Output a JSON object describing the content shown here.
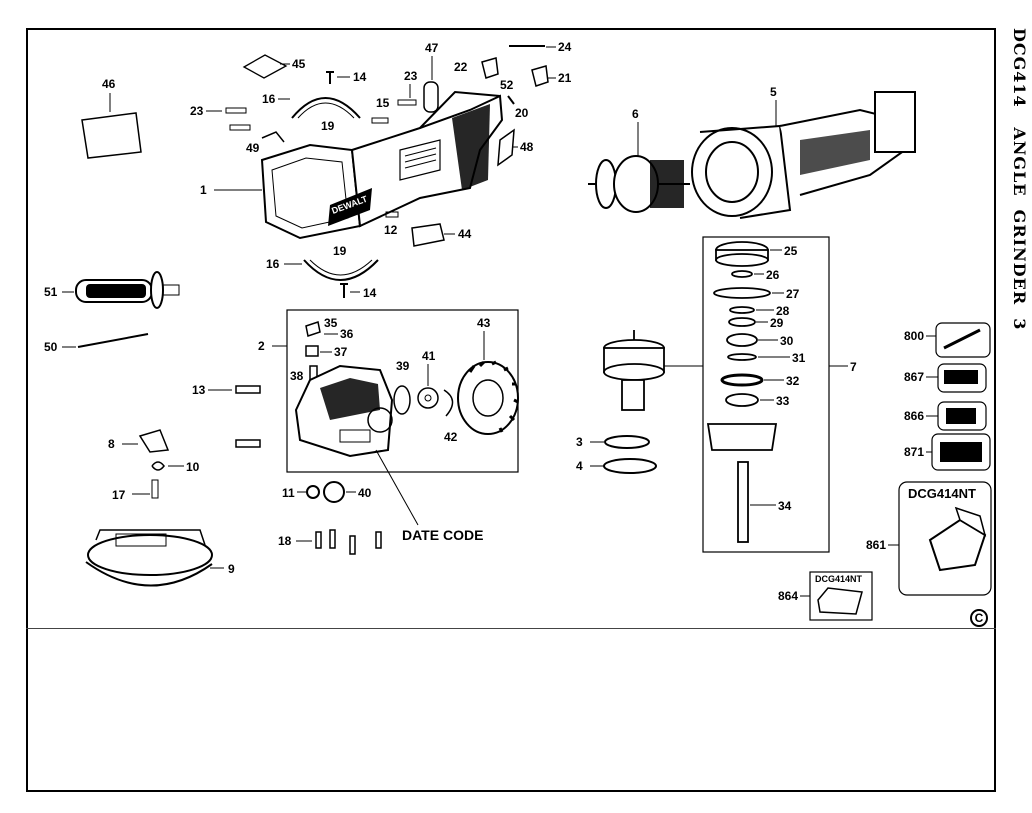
{
  "title": "DCG414   ANGLE  GRINDER  3",
  "callouts": {
    "c1": "1",
    "c2": "2",
    "c3": "3",
    "c4": "4",
    "c5": "5",
    "c6": "6",
    "c7": "7",
    "c8": "8",
    "c9": "9",
    "c10": "10",
    "c11": "11",
    "c12": "12",
    "c13": "13",
    "c14a": "14",
    "c14b": "14",
    "c15": "15",
    "c16a": "16",
    "c16b": "16",
    "c17": "17",
    "c18": "18",
    "c19a": "19",
    "c19b": "19",
    "c20": "20",
    "c21": "21",
    "c22": "22",
    "c23a": "23",
    "c23b": "23",
    "c24": "24",
    "c25": "25",
    "c26": "26",
    "c27": "27",
    "c28": "28",
    "c29": "29",
    "c30": "30",
    "c31": "31",
    "c32": "32",
    "c33": "33",
    "c34": "34",
    "c35": "35",
    "c36": "36",
    "c37": "37",
    "c38": "38",
    "c39": "39",
    "c40": "40",
    "c41": "41",
    "c42": "42",
    "c43": "43",
    "c44": "44",
    "c45": "45",
    "c46": "46",
    "c47": "47",
    "c48": "48",
    "c49": "49",
    "c50": "50",
    "c51": "51",
    "c52": "52",
    "c800": "800",
    "c861": "861",
    "c864": "864",
    "c866": "866",
    "c867": "867",
    "c871": "871"
  },
  "date_code_label": "DATE CODE",
  "brand_logo": "DEWALT",
  "kit_box_label": "DCG414NT",
  "kit_insert_label": "DCG414NT",
  "copyright_symbol": "C"
}
